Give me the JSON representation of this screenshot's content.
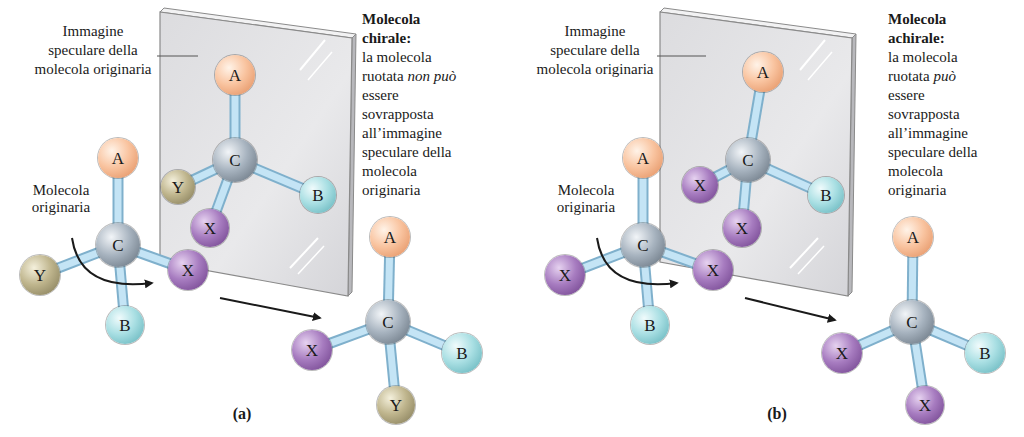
{
  "diagram": {
    "nodes": [
      {
        "text": [
          "A"
        ]
      },
      {
        "text": [
          "C"
        ]
      },
      {
        "text": [
          "Y"
        ]
      },
      {
        "text": [
          "X"
        ]
      },
      {
        "text": [
          "B"
        ]
      },
      {
        "text": [
          "A"
        ]
      },
      {
        "text": [
          "C"
        ]
      },
      {
        "text": [
          "Y"
        ]
      },
      {
        "text": [
          "X"
        ]
      },
      {
        "text": [
          "B"
        ]
      },
      {
        "text": [
          "A"
        ]
      },
      {
        "text": [
          "C"
        ]
      },
      {
        "text": [
          "X"
        ]
      },
      {
        "text": [
          "B"
        ]
      },
      {
        "text": [
          "Y"
        ]
      },
      {
        "text": [
          "A"
        ]
      },
      {
        "text": [
          "C"
        ]
      },
      {
        "text": [
          "X"
        ]
      },
      {
        "text": [
          "X"
        ]
      },
      {
        "text": [
          "B"
        ]
      },
      {
        "text": [
          "A"
        ]
      },
      {
        "text": [
          "C"
        ]
      },
      {
        "text": [
          "X"
        ]
      },
      {
        "text": [
          "X"
        ]
      },
      {
        "text": [
          "B"
        ]
      },
      {
        "text": [
          "A"
        ]
      },
      {
        "text": [
          "C"
        ]
      },
      {
        "text": [
          "X"
        ]
      },
      {
        "text": [
          "B"
        ]
      },
      {
        "text": [
          "X"
        ]
      }
    ],
    "edges": [
      {
        "from": 1,
        "to": 0,
        "arrow": "none"
      },
      {
        "from": 1,
        "to": 2,
        "arrow": "none"
      },
      {
        "from": 1,
        "to": 3,
        "arrow": "none"
      },
      {
        "from": 1,
        "to": 4,
        "arrow": "none"
      },
      {
        "from": 6,
        "to": 5,
        "arrow": "none"
      },
      {
        "from": 6,
        "to": 7,
        "arrow": "none"
      },
      {
        "from": 6,
        "to": 8,
        "arrow": "none"
      },
      {
        "from": 6,
        "to": 9,
        "arrow": "none"
      },
      {
        "from": 11,
        "to": 10,
        "arrow": "none"
      },
      {
        "from": 11,
        "to": 12,
        "arrow": "none"
      },
      {
        "from": 11,
        "to": 13,
        "arrow": "none"
      },
      {
        "from": 11,
        "to": 14,
        "arrow": "none"
      },
      {
        "from": 16,
        "to": 15,
        "arrow": "none"
      },
      {
        "from": 16,
        "to": 17,
        "arrow": "none"
      },
      {
        "from": 16,
        "to": 18,
        "arrow": "none"
      },
      {
        "from": 16,
        "to": 19,
        "arrow": "none"
      },
      {
        "from": 21,
        "to": 20,
        "arrow": "none"
      },
      {
        "from": 21,
        "to": 22,
        "arrow": "none"
      },
      {
        "from": 21,
        "to": 23,
        "arrow": "none"
      },
      {
        "from": 21,
        "to": 24,
        "arrow": "none"
      },
      {
        "from": 26,
        "to": 25,
        "arrow": "none"
      },
      {
        "from": 26,
        "to": 27,
        "arrow": "none"
      },
      {
        "from": 26,
        "to": 28,
        "arrow": "none"
      },
      {
        "from": 26,
        "to": 29,
        "arrow": "none"
      }
    ],
    "labels": [
      "Immagine speculare della molecola originaria",
      "Molecola originaria",
      "Molecola chirale:",
      "la molecola ruotata",
      "non può",
      "essere sovrapposta all’immagine speculare della molecola originaria",
      "(a)",
      "Immagine speculare della molecola originaria",
      "Molecola originaria",
      "Molecola achirale:",
      "la molecola ruotata",
      "può",
      "essere sovrapposta all’immagine speculare della molecola originaria",
      "(b)"
    ]
  }
}
